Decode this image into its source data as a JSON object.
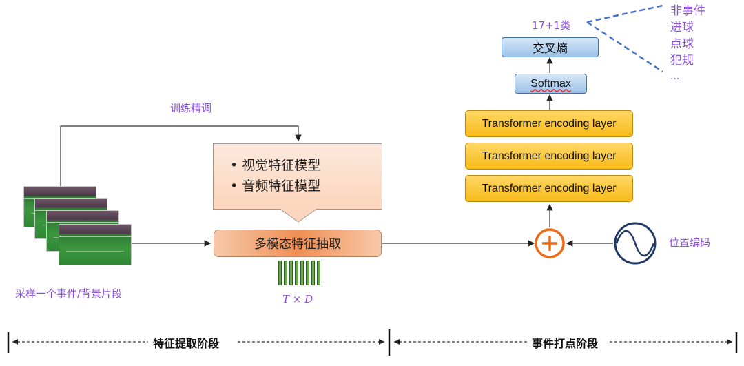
{
  "labels": {
    "fine_tune": "训练精调",
    "sample": "采样一个事件/背景片段",
    "td": "T × D",
    "position_encoding": "位置编码",
    "classes_count": "17+1类"
  },
  "feature_models": [
    "视觉特征模型",
    "音频特征模型"
  ],
  "extractor": "多模态特征抽取",
  "transformer_layers": [
    "Transformer encoding layer",
    "Transformer encoding layer",
    "Transformer encoding layer"
  ],
  "softmax": "Softmax",
  "cross_entropy": "交叉熵",
  "classes": [
    "非事件",
    "进球",
    "点球",
    "犯规",
    "..."
  ],
  "stages": {
    "feature_extraction": "特征提取阶段",
    "event_spotting": "事件打点阶段"
  },
  "colors": {
    "label_purple": "#8a4fd8",
    "transformer_fill": "#f7bb18",
    "extractor_fill": "#ef8f55",
    "dashed_blue": "#4472c4",
    "plus_orange": "#f06a15"
  }
}
